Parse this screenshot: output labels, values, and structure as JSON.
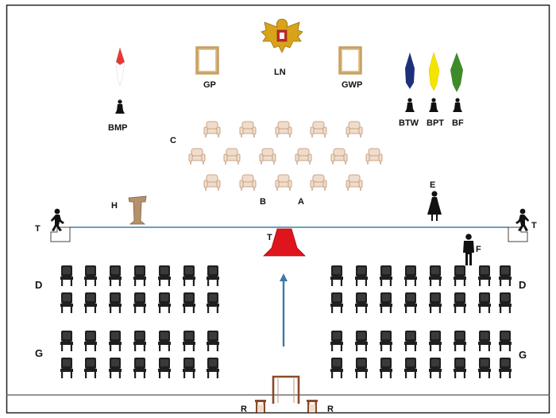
{
  "labels": {
    "ln": "LN",
    "gp": "GP",
    "gwp": "GWP",
    "bmp": "BMP",
    "btw": "BTW",
    "bpt": "BPT",
    "bf": "BF",
    "c": "C",
    "b": "B",
    "a": "A",
    "e": "E",
    "h": "H",
    "t_left": "T",
    "t_right": "T",
    "t_center": "T",
    "f": "F",
    "d_left": "D",
    "d_right": "D",
    "g_left": "G",
    "g_right": "G",
    "r_left": "R",
    "r_right": "R"
  },
  "colors": {
    "flag_red": "#e53935",
    "flag_white": "#ffffff",
    "pennant_navy": "#1f2f7a",
    "pennant_yellow": "#f5e400",
    "pennant_green": "#3f8a2a",
    "podium_red": "#e0141c",
    "aisle_arrow": "#3b7aa5",
    "stage_line": "#6a9ec4",
    "lectern": "#b5916a",
    "chair_seat": "#f0dccb",
    "chair_frame": "#c9a68a",
    "garuda_gold": "#d8a21b",
    "frame_gold": "#c9a060",
    "audience_chair": "#1f1f1f",
    "door": "#8b4a2a"
  },
  "icons": {
    "emblem": "garuda-emblem-icon",
    "frame": "picture-frame-icon",
    "person": "person-silhouette-icon",
    "walker": "person-climbing-steps-icon",
    "chair": "armchair-icon",
    "audience_chair": "audience-chair-icon"
  }
}
